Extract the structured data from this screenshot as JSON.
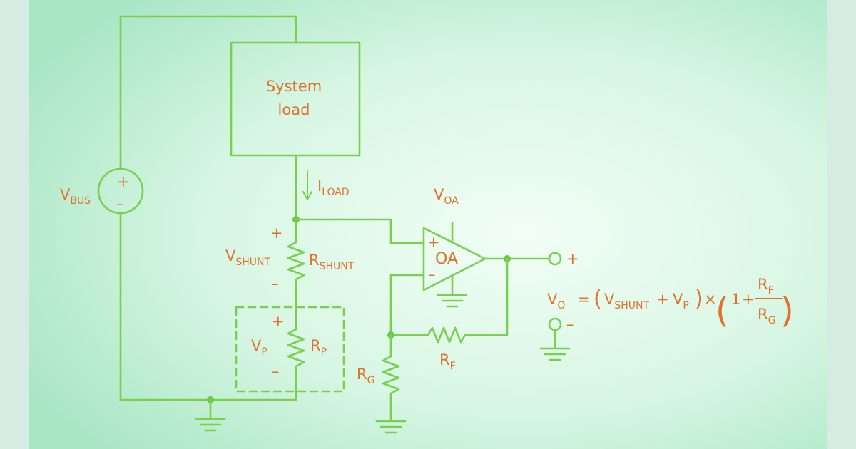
{
  "colors": {
    "wire": "#78d04e",
    "label": "#e0722c",
    "background_center": "#f2fef6",
    "background_edge": "#a8e6c4",
    "side_band": "#d6ece2"
  },
  "diagram": {
    "system_load": [
      "System",
      "load"
    ],
    "vbus": {
      "main": "V",
      "sub": "BUS",
      "plus": "+",
      "minus": "–"
    },
    "iload": {
      "main": "I",
      "sub": "LOAD"
    },
    "vshunt": {
      "main": "V",
      "sub": "SHUNT",
      "plus": "+",
      "minus": "–"
    },
    "rshunt": {
      "main": "R",
      "sub": "SHUNT"
    },
    "vp": {
      "main": "V",
      "sub": "P",
      "plus": "+",
      "minus": "–"
    },
    "rp": {
      "main": "R",
      "sub": "P"
    },
    "voa": {
      "main": "V",
      "sub": "OA"
    },
    "opamp": {
      "label": "OA",
      "plus": "+",
      "minus": "–"
    },
    "rf": {
      "main": "R",
      "sub": "F"
    },
    "rg": {
      "main": "R",
      "sub": "G"
    },
    "out_plus": "+",
    "out_minus": "–"
  },
  "equation": {
    "vo_main": "V",
    "vo_sub": "O",
    "equals": "=",
    "lparen": "(",
    "vshunt_main": "V",
    "vshunt_sub": "SHUNT",
    "plus": "+",
    "vp_main": "V",
    "vp_sub": "P",
    "rparen": ")",
    "times": "×",
    "one": "1",
    "plus2": "+",
    "num_main": "R",
    "num_sub": "F",
    "den_main": "R",
    "den_sub": "G"
  }
}
